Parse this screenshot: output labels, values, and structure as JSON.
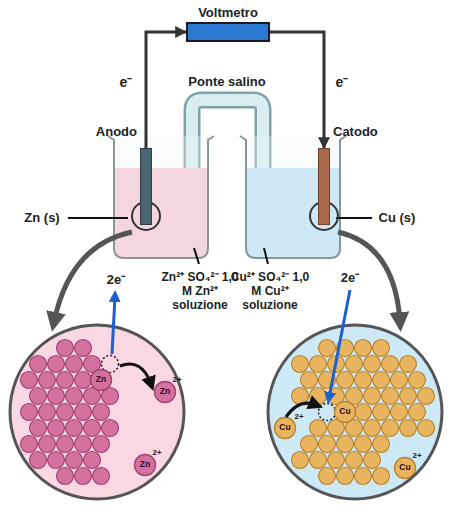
{
  "diagram": {
    "nodes": [
      {
        "text": [
          "Voltmetro"
        ]
      },
      {
        "text": [
          "Anodo"
        ]
      },
      {
        "text": [
          "Catodo"
        ]
      }
    ],
    "edges": [
      {
        "from": 1,
        "to": 0,
        "arrow": "to",
        "label": "e⁻"
      },
      {
        "from": 0,
        "to": 2,
        "arrow": "to",
        "label": "e⁻"
      }
    ],
    "labels": [
      "Ponte salino",
      "Zn (s)",
      "Cu (s)",
      "Zn²⁺ SO₄²⁻ 1,0 M Zn²⁺ soluzione",
      "Cu²⁺ SO₄²⁻ 1,0 M Cu²⁺ soluzione",
      "2e⁻",
      "2e⁻",
      "Zn",
      "Zn",
      "2+",
      "Zn",
      "2+",
      "Cu",
      "Cu",
      "2+",
      "Cu",
      "2+"
    ]
  }
}
